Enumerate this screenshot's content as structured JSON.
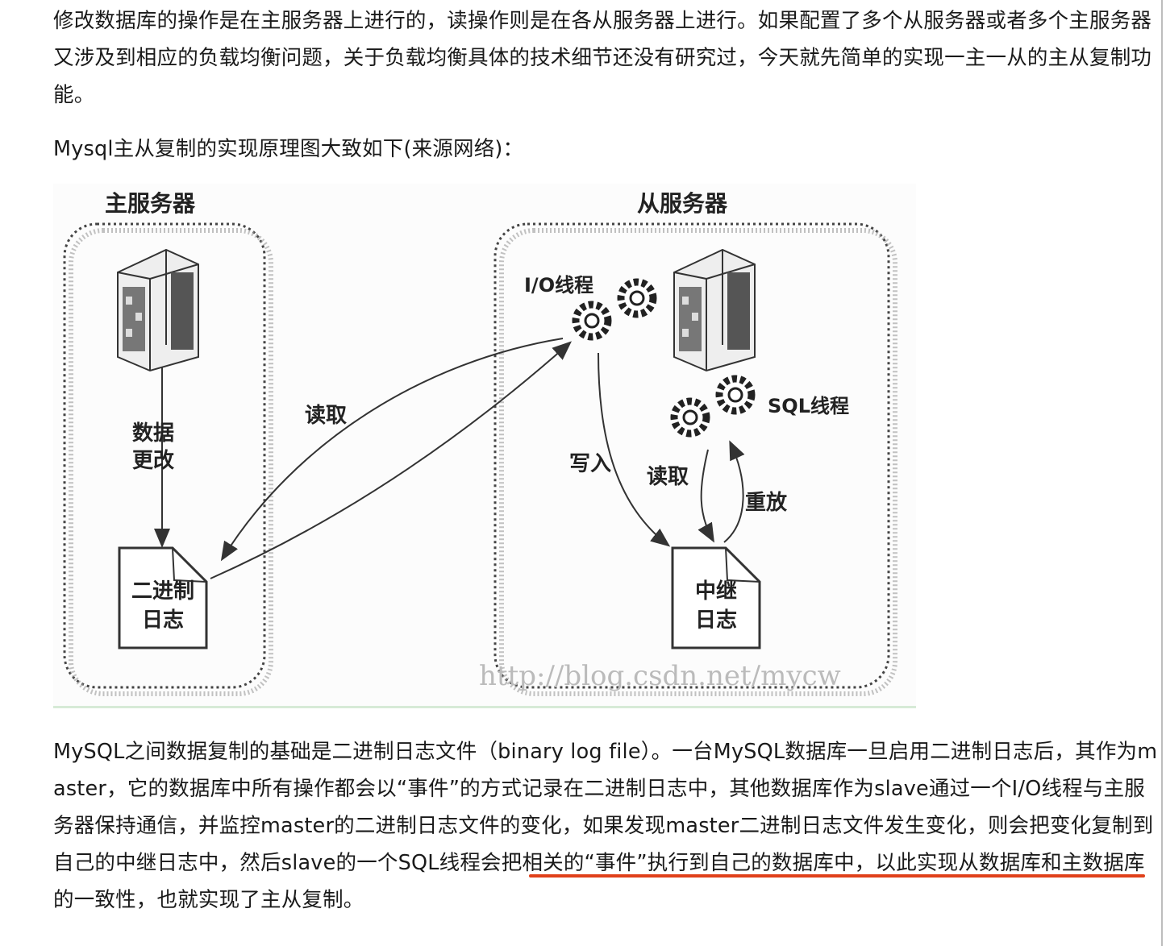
{
  "article": {
    "paragraph_1": "修改数据库的操作是在主服务器上进行的，读操作则是在各从服务器上进行。如果配置了多个从服务器或者多个主服务器又涉及到相应的负载均衡问题，关于负载均衡具体的技术细节还没有研究过，今天就先简单的实现一主一从的主从复制功能。",
    "paragraph_2": "Mysql主从复制的实现原理图大致如下(来源网络)：",
    "paragraph_3_a": "MySQL之间数据复制的基础是二进制日志文件（binary log file）。一台MySQL数据库一旦启用二进制日志后，其作为master，它的数据库中所有操作都会以“事件”的方式记录在二进制日志中，其他数据库作为slave通过一个I/O线程与主服务器保持通信，并监控master的二进制日志文件的变化，如果发现master二进制日志文件发生变化，则会把变化复制到自己的中继日志中，然",
    "paragraph_3_highlight": "后slave的一个SQL线程会把相关的“事件”执行到自己的数据库",
    "paragraph_3_b": "中，以此实现从数据库和主数据库的一致性，也就实现了主从复制。"
  },
  "diagram": {
    "master_title": "主服务器",
    "slave_title": "从服务器",
    "data_change_line1": "数据",
    "data_change_line2": "更改",
    "binlog_line1": "二进制",
    "binlog_line2": "日志",
    "read_label": "读取",
    "io_thread": "I/O线程",
    "sql_thread": "SQL线程",
    "write_label": "写入",
    "read_label_2": "读取",
    "replay_label": "重放",
    "relay_line1": "中继",
    "relay_line2": "日志",
    "watermark": "http://blog.csdn.net/mycw"
  },
  "colors": {
    "underline": "#e0401a",
    "text": "#1a1a1a"
  }
}
